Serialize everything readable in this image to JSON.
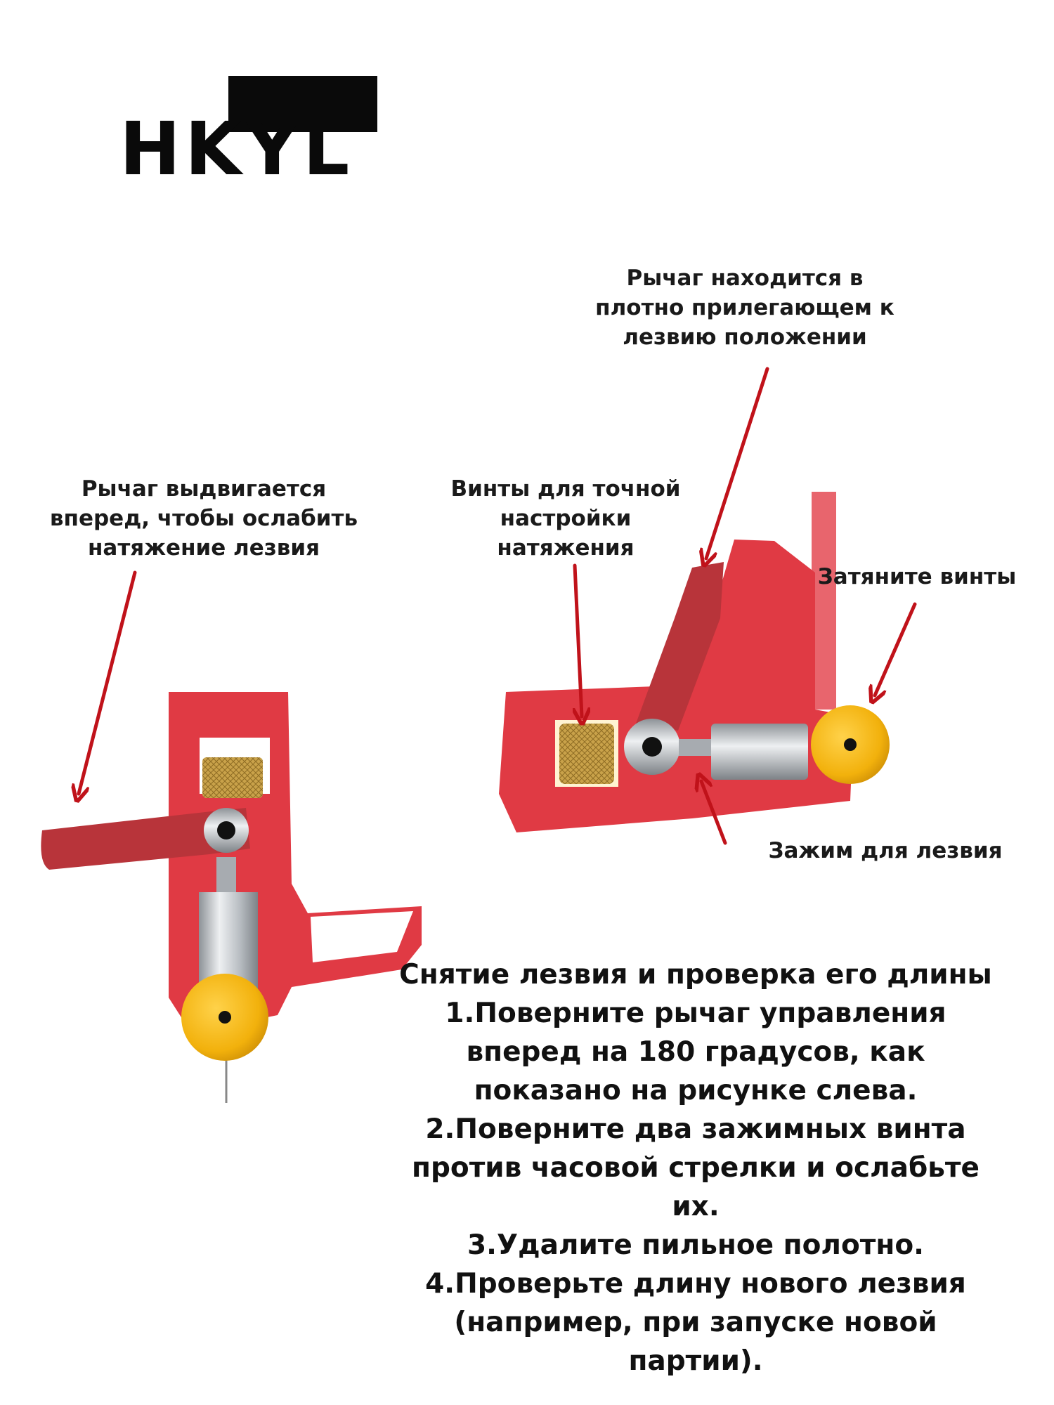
{
  "logo": {
    "text": "HKYL"
  },
  "callouts": {
    "lever_tight": "Рычаг находится в\nплотно прилегающем к\nлезвию положении",
    "lever_forward": "Рычаг выдвигается\nвперед, чтобы ослабить\nнатяжение лезвия",
    "fine_screws": "Винты для точной\nнастройки\nнатяжения",
    "tighten_screws": "Затяните винты",
    "blade_clamp": "Зажим для лезвия"
  },
  "instructions": {
    "title": "Снятие лезвия и проверка его длины",
    "step1": "1.Поверните рычаг управления\nвперед на 180 градусов, как\nпоказано на рисунке слева.",
    "step2": "2.Поверните два зажимных винта\nпротив часовой стрелки и ослабьте\nих.",
    "step3": "3.Удалите пильное полотно.",
    "step4": "4.Проверьте длину нового лезвия\n(например, при запуске новой\nпартии)."
  },
  "colors": {
    "frame_red": "#e03a44",
    "lever_red": "#b8343a",
    "arrow_red": "#c0121a",
    "brass": "#c9a24a",
    "knob_gold": "#f2b10c",
    "steel": "#c8ccd0"
  }
}
